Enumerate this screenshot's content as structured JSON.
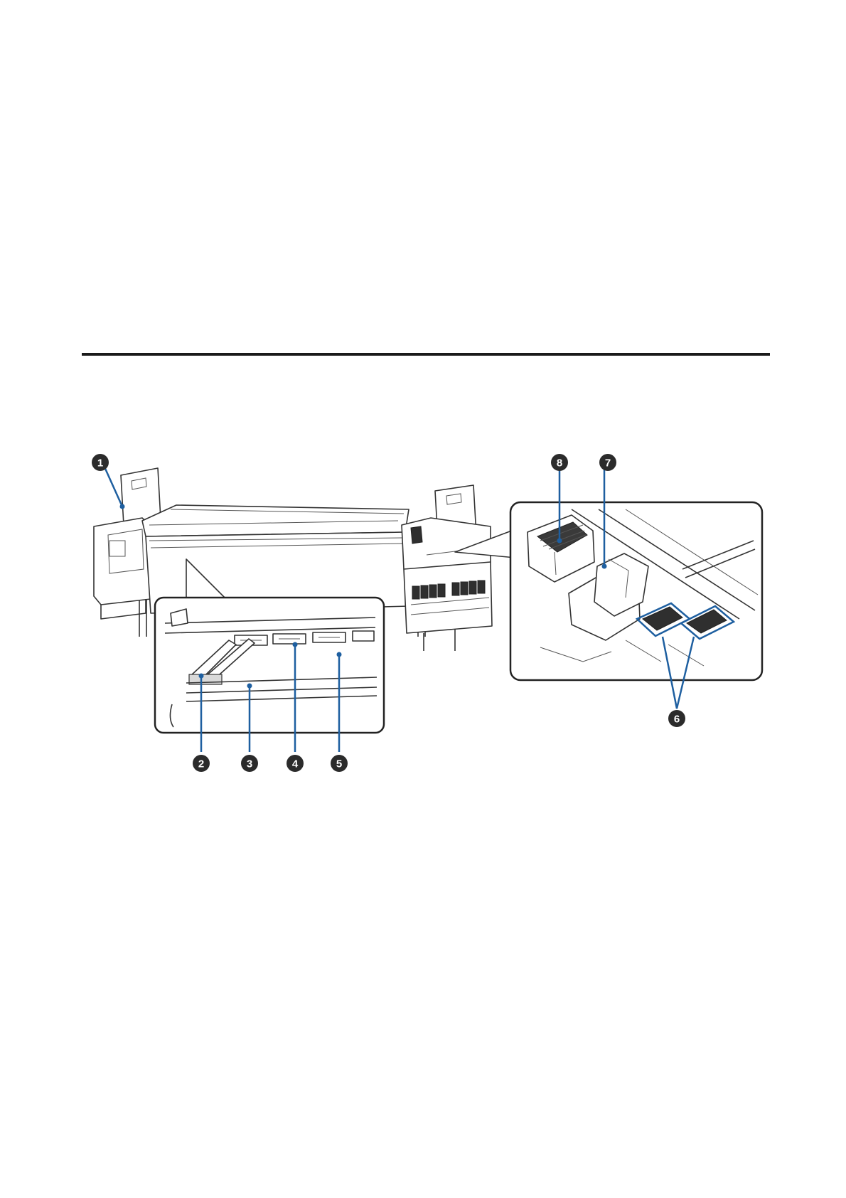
{
  "figure": {
    "callouts": [
      "1",
      "2",
      "3",
      "4",
      "5",
      "6",
      "7",
      "8"
    ]
  }
}
